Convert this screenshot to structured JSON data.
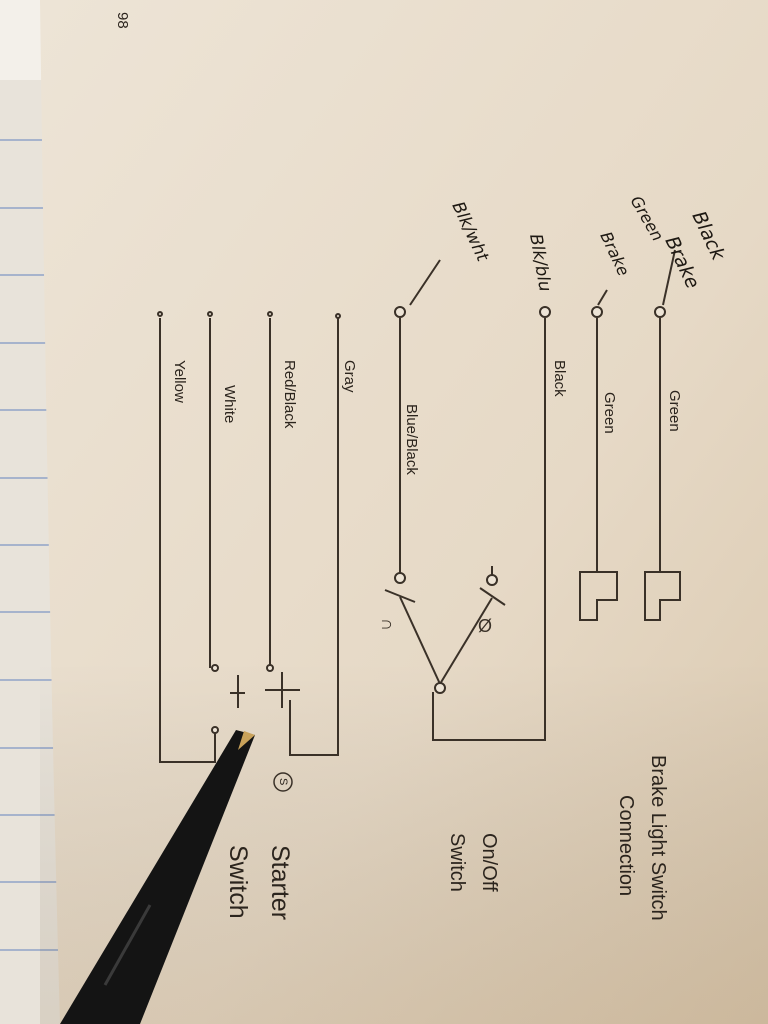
{
  "page_number": "98",
  "wires": {
    "green_1": "Green",
    "green_2": "Green",
    "black": "Black",
    "blue_black": "Blue/Black",
    "gray": "Gray",
    "red_black": "Red/Black",
    "white": "White",
    "yellow": "Yellow"
  },
  "handwritten": {
    "black_brake_1": "Black",
    "black_brake_2": "Brake",
    "green_brake_1": "Green",
    "green_brake_2": "Brake",
    "blk_blu": "Blk/blu",
    "blk_wht": "Blk/wht"
  },
  "sections": {
    "brake_light_1": "Brake Light Switch",
    "brake_light_2": "Connection",
    "on_off_1": "On/Off",
    "on_off_2": "Switch",
    "starter_1": "Starter",
    "starter_2": "Switch",
    "starter_symbol": "S"
  }
}
